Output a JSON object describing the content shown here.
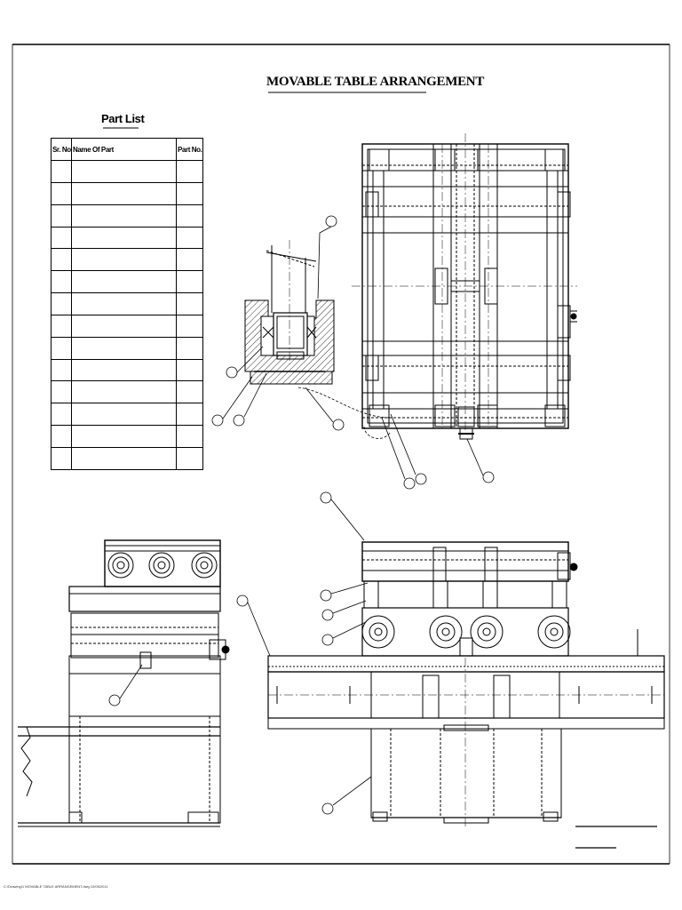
{
  "drawing": {
    "title": "MOVABLE TABLE ARRANGEMENT"
  },
  "part_list": {
    "title": "Part List",
    "columns": [
      "Sr. No.",
      "Name Of Part",
      "Part No."
    ],
    "rows": [
      [
        "",
        "",
        ""
      ],
      [
        "",
        "",
        ""
      ],
      [
        "",
        "",
        ""
      ],
      [
        "",
        "",
        ""
      ],
      [
        "",
        "",
        ""
      ],
      [
        "",
        "",
        ""
      ],
      [
        "",
        "",
        ""
      ],
      [
        "",
        "",
        ""
      ],
      [
        "",
        "",
        ""
      ],
      [
        "",
        "",
        ""
      ],
      [
        "",
        "",
        ""
      ],
      [
        "",
        "",
        ""
      ],
      [
        "",
        "",
        ""
      ],
      [
        "",
        "",
        ""
      ]
    ]
  },
  "footer": {
    "path_text": "C:\\Drawing\\1 MOVABLE TABLE ARRANGEMENT.dwg  10/05/2011"
  },
  "style": {
    "line_color": "#000000",
    "hatch_color": "#000000"
  }
}
